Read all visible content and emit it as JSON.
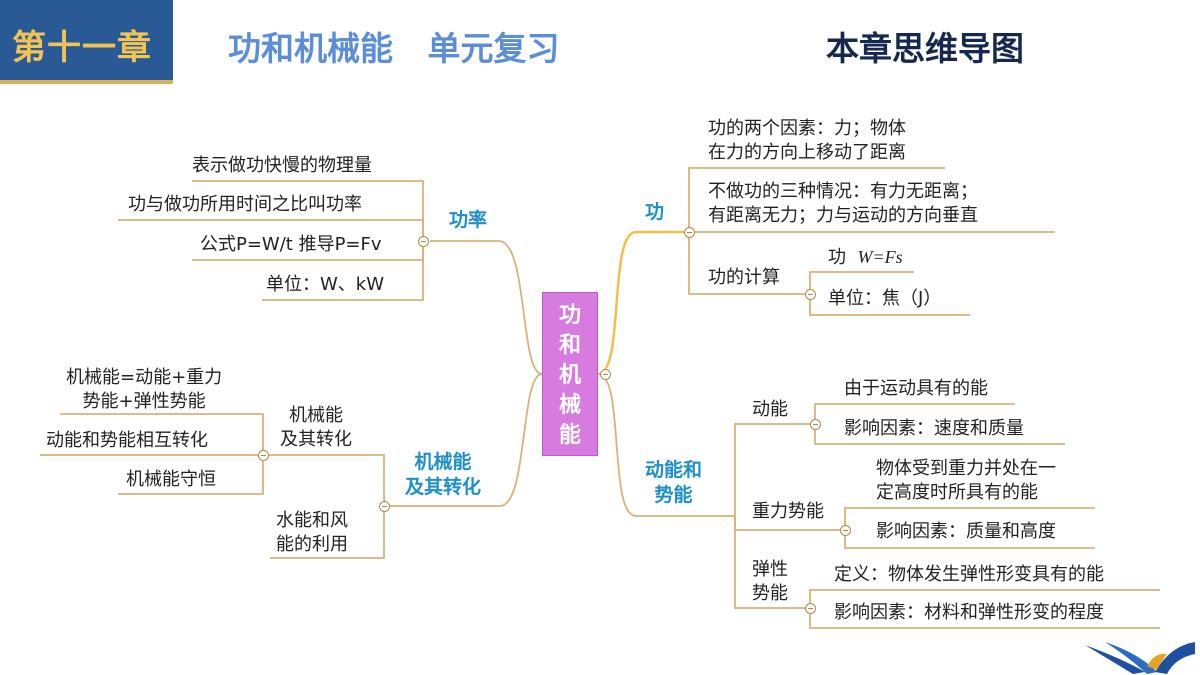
{
  "header": {
    "chapter": "第十一章",
    "unit_title": "功和机械能   单元复习",
    "map_title": "本章思维导图"
  },
  "center": [
    "功",
    "和",
    "机",
    "械",
    "能"
  ],
  "power": {
    "label": "功率",
    "items": [
      "表示做功快慢的物理量",
      "功与做功所用时间之比叫功率",
      "公式P=W/t  推导P=Fv",
      "单位：W、kW"
    ]
  },
  "mech": {
    "label_line1": "机械能",
    "label_line2": "及其转化",
    "sub1_line1": "机械能",
    "sub1_line2": "及其转化",
    "sub1_items": [
      "机械能=动能+重力",
      "势能+弹性势能",
      "动能和势能相互转化",
      "机械能守恒"
    ],
    "sub2_line1": "水能和风",
    "sub2_line2": "能的利用"
  },
  "work": {
    "label": "功",
    "factors_line1": "功的两个因素：力；物体",
    "factors_line2": "在力的方向上移动了距离",
    "nowork_line1": "不做功的三种情况：有力无距离；",
    "nowork_line2": "有距离无力；力与运动的方向垂直",
    "calc": "功的计算",
    "calc_formula_prefix": "功  ",
    "calc_formula": "W=Fs",
    "calc_unit": "单位：焦（J）"
  },
  "energy": {
    "label_line1": "动能和",
    "label_line2": "势能",
    "kinetic": "动能",
    "kinetic_items": [
      "由于运动具有的能",
      "影响因素：速度和质量"
    ],
    "gravity": "重力势能",
    "gravity_def_line1": "物体受到重力并处在一",
    "gravity_def_line2": "定高度时所具有的能",
    "gravity_factor": "影响因素：质量和高度",
    "elastic_line1": "弹性",
    "elastic_line2": "势能",
    "elastic_def": "定义：物体发生弹性形变具有的能",
    "elastic_factor": "影响因素：材料和弹性形变的程度"
  },
  "colors": {
    "header_bg": "#2a5a95",
    "chapter_text": "#f2c453",
    "unit_title": "#5b8ed6",
    "branch_label": "#1f8fc9",
    "center_bg": "#d77be0",
    "line": "#d9b27a"
  }
}
